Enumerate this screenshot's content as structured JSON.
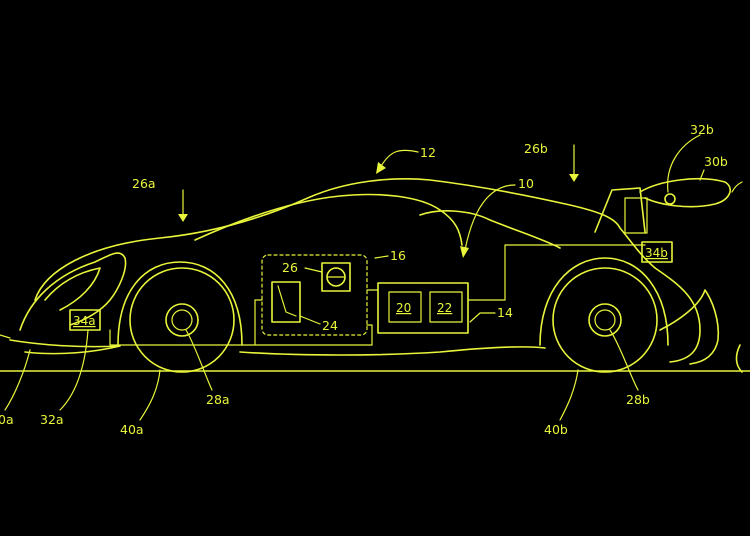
{
  "colors": {
    "background": "#000000",
    "line": "#e8f53a"
  },
  "labels": {
    "vehicle": "12",
    "body": "10",
    "front_aero_arrow": "26a",
    "rear_aero_arrow": "26b",
    "cockpit": "16",
    "steering": "26",
    "pedal": "24",
    "unit_a": "20",
    "unit_b": "22",
    "control_system": "14",
    "rear_wing": "30b",
    "rear_actuator": "32b",
    "rear_sensor": "34b",
    "front_sensor": "34a",
    "front_actuator": "32a",
    "front_splitter": "0a",
    "front_wheel": "40a",
    "front_hub": "28a",
    "rear_wheel": "40b",
    "rear_hub": "28b"
  }
}
